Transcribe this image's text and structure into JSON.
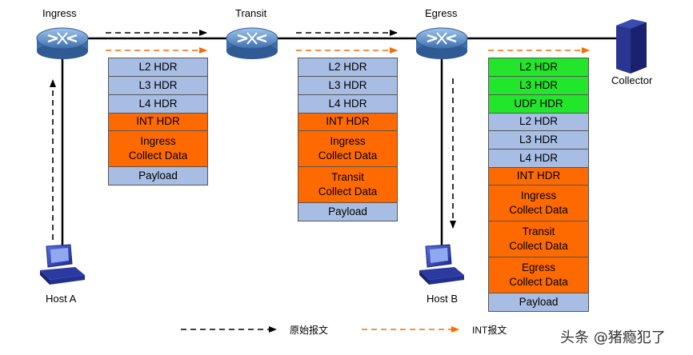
{
  "nodes": {
    "ingress": "Ingress",
    "transit": "Transit",
    "egress": "Egress",
    "collector": "Collector",
    "host_a": "Host A",
    "host_b": "Host B"
  },
  "stack1": [
    "L2 HDR",
    "L3 HDR",
    "L4 HDR",
    "INT HDR",
    "Ingress\nCollect Data",
    "Payload"
  ],
  "stack2": [
    "L2 HDR",
    "L3 HDR",
    "L4 HDR",
    "INT HDR",
    "Ingress\nCollect Data",
    "Transit\nCollect Data",
    "Payload"
  ],
  "stack3": [
    "L2 HDR",
    "L3 HDR",
    "UDP HDR",
    "L2 HDR",
    "L3 HDR",
    "L4 HDR",
    "INT HDR",
    "Ingress\nCollect Data",
    "Transit\nCollect Data",
    "Egress\nCollect Data",
    "Payload"
  ],
  "legend": {
    "original": "原始报文",
    "int": "INT报文"
  },
  "watermark": "头条 @猪瘾犯了",
  "colors": {
    "blue": "#a7bde3",
    "orange": "#ff6a00",
    "green": "#22e62a",
    "int_arrow": "#ff6a00",
    "original_arrow": "#000000"
  }
}
